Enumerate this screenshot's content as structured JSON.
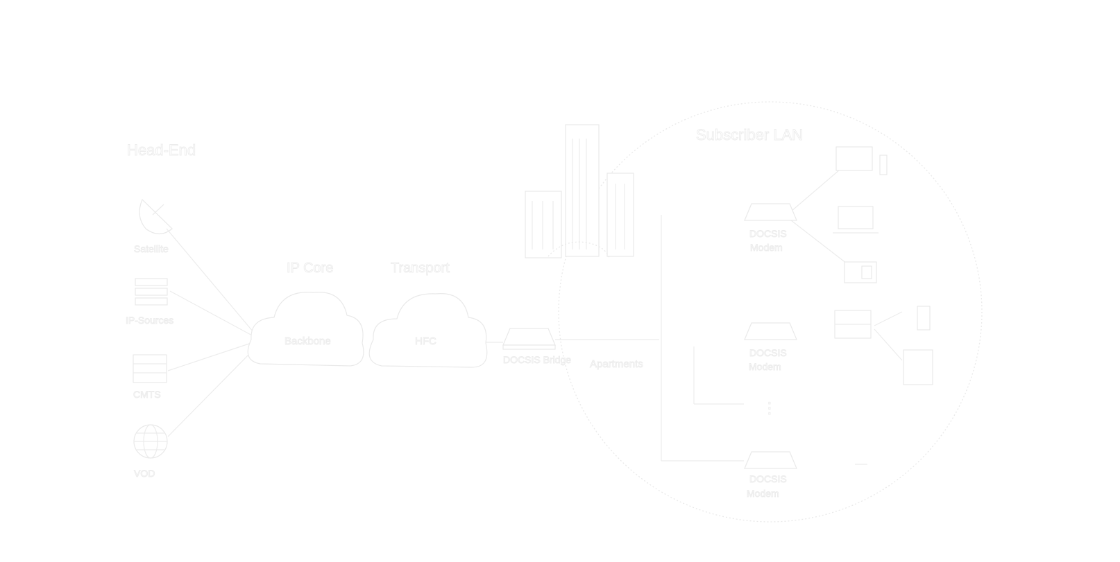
{
  "colors": {
    "background": "#ffffff",
    "stroke": "#ececec"
  },
  "headend": {
    "title": "Head-End",
    "sources": [
      {
        "label": "Satellite",
        "icon": "satellite-dish-icon"
      },
      {
        "label": "IP-Sources",
        "icon": "server-rack-icon"
      },
      {
        "label": "CMTS",
        "icon": "server-icon"
      },
      {
        "label": "VOD",
        "icon": "globe-icon"
      }
    ]
  },
  "network": {
    "ip_label": "IP Core",
    "ip_cloud": "Backbone",
    "hfc_label": "Transport",
    "hfc_cloud": "HFC",
    "node_label": "DOCSIS Bridge",
    "building_label": "Apartments"
  },
  "premises": {
    "title": "Subscriber LAN",
    "modems": [
      {
        "label_line1": "DOCSIS",
        "label_line2": "Modem"
      },
      {
        "label_line1": "DOCSIS",
        "label_line2": "Modem"
      },
      {
        "label_line1": "DOCSIS",
        "label_line2": "Modem"
      }
    ],
    "ellipsis": "⋮"
  }
}
